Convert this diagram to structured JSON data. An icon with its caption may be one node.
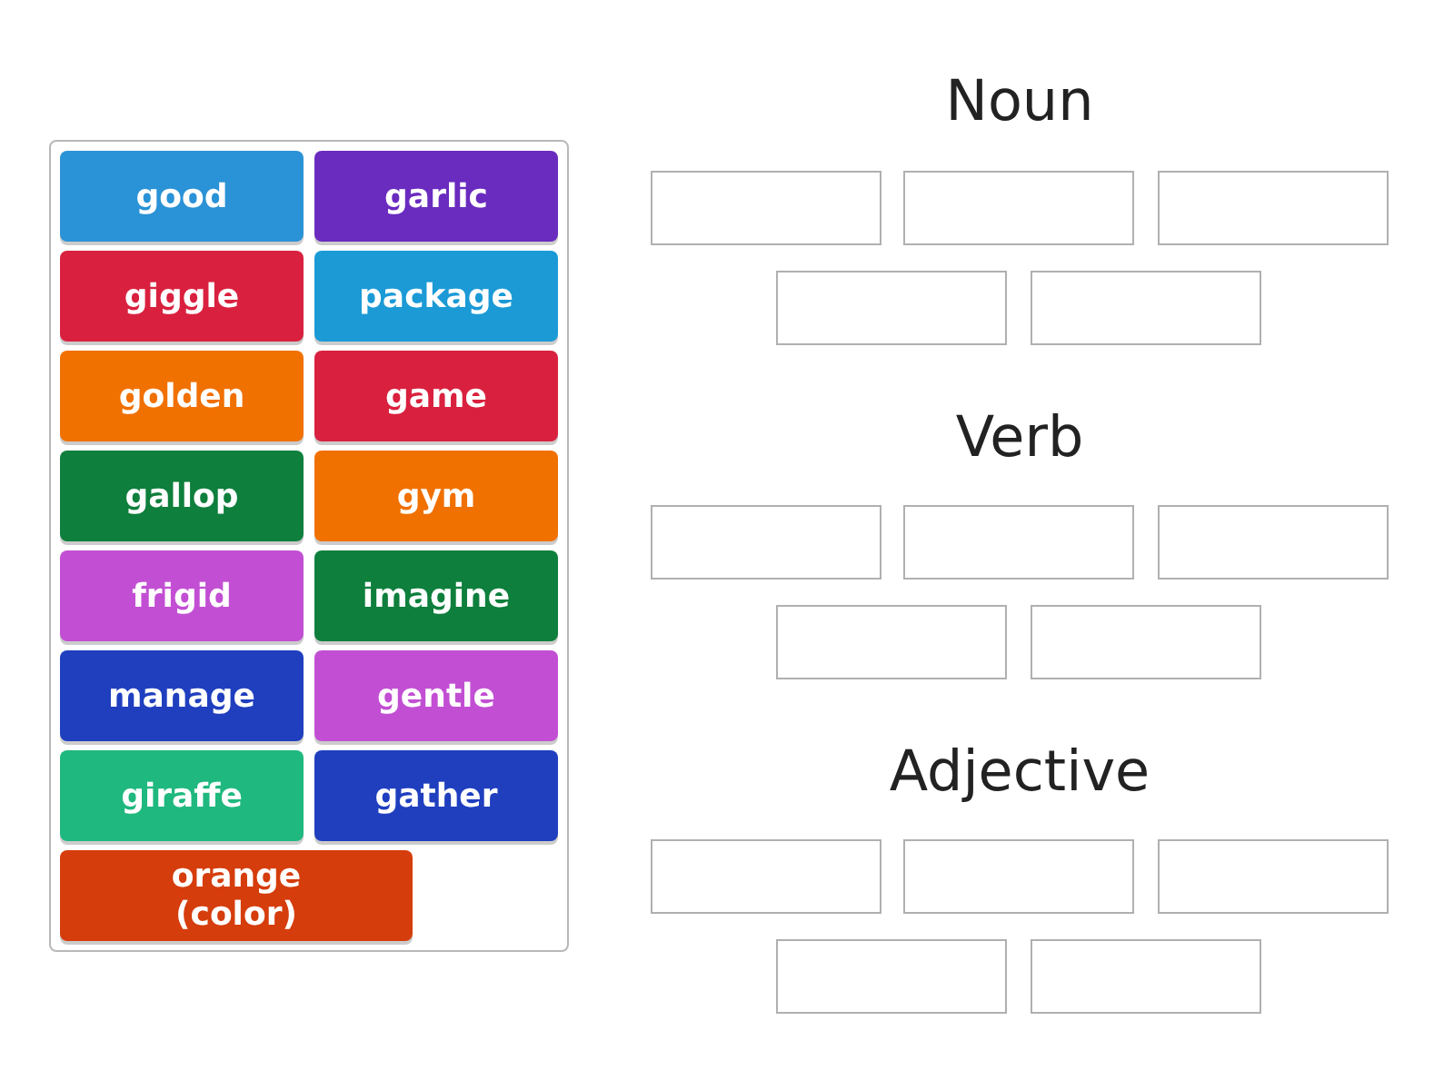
{
  "diagram": {
    "nodes": [
      {
        "text": [
          "good"
        ]
      },
      {
        "text": [
          "garlic"
        ]
      },
      {
        "text": [
          "giggle"
        ]
      },
      {
        "text": [
          "package"
        ]
      },
      {
        "text": [
          "golden"
        ]
      },
      {
        "text": [
          "game"
        ]
      },
      {
        "text": [
          "gallop"
        ]
      },
      {
        "text": [
          "gym"
        ]
      },
      {
        "text": [
          "frigid"
        ]
      },
      {
        "text": [
          "imagine"
        ]
      },
      {
        "text": [
          "manage"
        ]
      },
      {
        "text": [
          "gentle"
        ]
      },
      {
        "text": [
          "giraffe"
        ]
      },
      {
        "text": [
          "gather"
        ]
      },
      {
        "text": [
          "orange (color)"
        ]
      },
      {
        "text": [],
        "shape": "box"
      },
      {
        "text": [],
        "shape": "box"
      },
      {
        "text": [],
        "shape": "box"
      },
      {
        "text": [],
        "shape": "box"
      },
      {
        "text": [],
        "shape": "box"
      },
      {
        "text": [],
        "shape": "box"
      },
      {
        "text": [],
        "shape": "box"
      },
      {
        "text": [],
        "shape": "box"
      },
      {
        "text": [],
        "shape": "box"
      },
      {
        "text": [],
        "shape": "box"
      },
      {
        "text": [],
        "shape": "box"
      },
      {
        "text": [],
        "shape": "box"
      },
      {
        "text": [],
        "shape": "box"
      },
      {
        "text": [],
        "shape": "box"
      },
      {
        "text": [],
        "shape": "box"
      }
    ],
    "labels": [
      "Noun",
      "Verb",
      "Adjective"
    ]
  }
}
